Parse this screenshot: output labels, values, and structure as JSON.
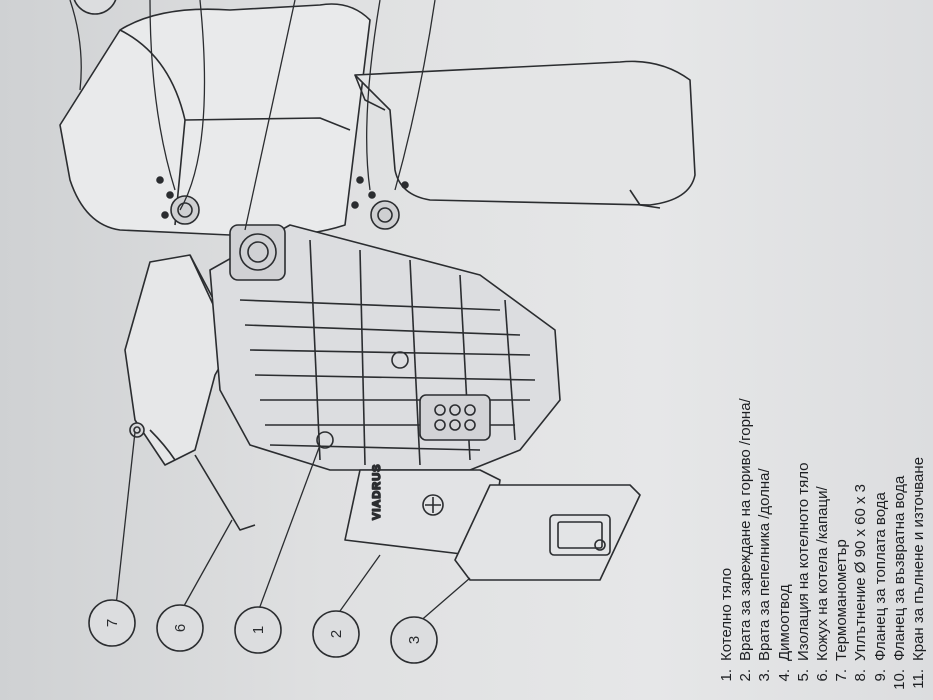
{
  "callouts": [
    "7",
    "6",
    "1",
    "2",
    "3"
  ],
  "door_brand": "VIADRUS",
  "legend": [
    {
      "num": "1.",
      "text": "Котелно тяло"
    },
    {
      "num": "2.",
      "text": "Врата за зареждане на гориво /горна/"
    },
    {
      "num": "3.",
      "text": "Врата за пепелника /долна/"
    },
    {
      "num": "4.",
      "text": "Димоотвод"
    },
    {
      "num": "5.",
      "text": "Изолация на котелното тяло"
    },
    {
      "num": "6.",
      "text": "Кожух на котела /капаци/"
    },
    {
      "num": "7.",
      "text": "Термоманометър"
    },
    {
      "num": "8.",
      "text": "Уплътнение Ø 90 x 60 x 3"
    },
    {
      "num": "9.",
      "text": "Фланец за топлата вода"
    },
    {
      "num": "10.",
      "text": "Фланец за възвратна вода"
    },
    {
      "num": "11.",
      "text": "Кран за пълнене и източване"
    }
  ]
}
